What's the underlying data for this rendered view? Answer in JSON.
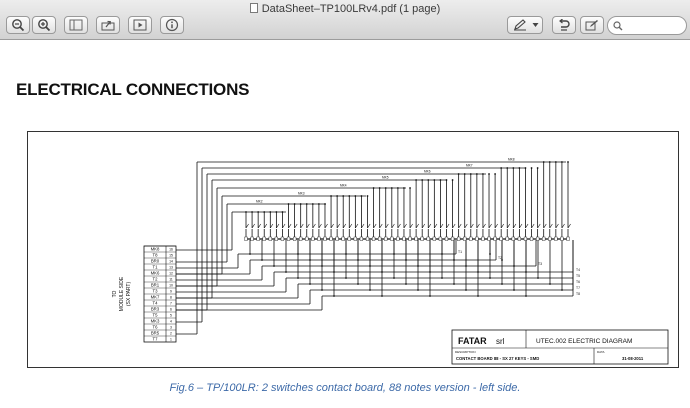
{
  "window": {
    "title": "DataSheet–TP100LRv4.pdf (1 page)"
  },
  "toolbar": {
    "left_buttons": [
      {
        "name": "zoom-out-icon"
      },
      {
        "name": "zoom-in-icon"
      },
      {
        "name": "sidebar-toggle-icon"
      },
      {
        "name": "share-icon"
      },
      {
        "name": "slideshow-icon"
      },
      {
        "name": "info-icon"
      }
    ],
    "right_buttons": [
      {
        "name": "pen-markup-icon"
      },
      {
        "name": "rotate-icon"
      },
      {
        "name": "edit-toolbar-icon"
      }
    ],
    "search_placeholder": ""
  },
  "document": {
    "heading": "ELECTRICAL CONNECTIONS",
    "caption": "Fig.6 – TP/100LR: 2 switches contact board, 88 notes version - left side.",
    "diagram": {
      "connector_labels": [
        "MK8",
        "T8",
        "BR0",
        "T1",
        "MK6",
        "T2",
        "BR1",
        "T3",
        "MK7",
        "T4",
        "BR3",
        "T5",
        "MK3",
        "T6",
        "BR5",
        "T7"
      ],
      "pin_numbers": [
        "16",
        "15",
        "14",
        "13",
        "12",
        "11",
        "10",
        "9",
        "8",
        "7",
        "6",
        "5",
        "4",
        "3",
        "2",
        "1"
      ],
      "side_label": [
        "TO",
        "MODULE SIDE",
        "(SX PART)"
      ],
      "note_labels": [
        "T1",
        "T2",
        "T3",
        "T4",
        "T5",
        "T6",
        "T7",
        "T8"
      ],
      "bus_labels": [
        "MK2",
        "MK3",
        "MK4",
        "MK5",
        "MK6",
        "MK7",
        "MK8"
      ],
      "title_block": {
        "company": "FATAR",
        "company_suffix": "srl",
        "doc_title": "UTEC.002 ELECTRIC DIAGRAM",
        "description_label": "DESCRIPTION",
        "date_label": "DATA",
        "description": "CONTACT BOARD 88 - SX 27 KEYS - SMD",
        "date": "31-08-2011"
      }
    }
  }
}
